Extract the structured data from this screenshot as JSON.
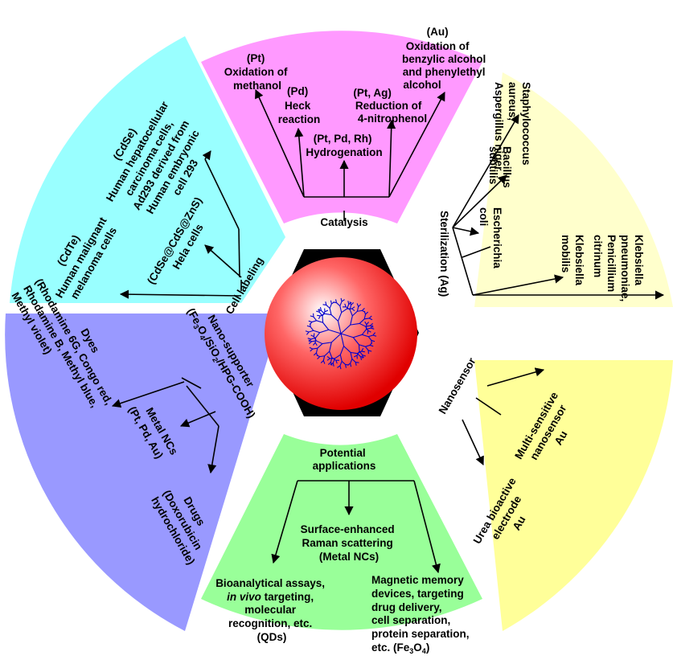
{
  "colors": {
    "catalysis": "#ff99ff",
    "sterilization": "#ffffcc",
    "nanosensor": "#ffff99",
    "potential": "#99ff99",
    "nanosupporter": "#9999ff",
    "cell_labeling": "#99ffff",
    "hexagon": "#000000",
    "sphere": "#ff0000",
    "dendrimer": "#0000cc"
  },
  "catalysis": {
    "label": "Catalysis",
    "pt": [
      "(Pt)",
      "Oxidation of",
      "methanol"
    ],
    "pd": [
      "(Pd)",
      "Heck",
      "reaction"
    ],
    "pt_pd_rh": [
      "(Pt, Pd, Rh)",
      "Hydrogenation"
    ],
    "pt_ag": [
      "(Pt, Ag)",
      "Reduction of",
      "4-nitrophenol"
    ],
    "au": [
      "(Au)",
      "Oxidation of",
      "benzylic alcohol",
      "and phenylethyl",
      "alcohol"
    ]
  },
  "sterilization": {
    "label": "Sterilization (Ag)",
    "staph": [
      "Staphylococcus",
      "aureus,",
      "Aspergillus niger"
    ],
    "bacillus": [
      "Bacillus",
      "subtilis"
    ],
    "ecoli": [
      "Escherichia",
      "coli"
    ],
    "klebsiella_mobilis": [
      "Klebsiella",
      "mobilis"
    ],
    "klebsiella_pneumoniae": [
      "Klebsiella",
      "pneumoniae,",
      "Penicillium",
      "citrinum"
    ]
  },
  "nanosensor": {
    "label": "Nanosensor",
    "multi": [
      "Multi-sensitive",
      "nanosensor",
      "Au"
    ],
    "urea": [
      "Urea bioactive",
      "electrode",
      "Au"
    ]
  },
  "potential": {
    "label": [
      "Potential",
      "applications"
    ],
    "sers": [
      "Surface-enhanced",
      "Raman scattering",
      "(Metal NCs)"
    ],
    "bio": [
      "Bioanalytical assays,",
      "in vivo",
      "targeting,",
      "molecular",
      "recognition, etc.",
      "(QDs)"
    ],
    "magnetic": [
      "Magnetic memory",
      "devices, targeting",
      "drug delivery,",
      "cell separation,",
      "protein separation,",
      "etc. (Fe",
      "3",
      "O",
      "4",
      ")"
    ]
  },
  "nanosupporter": {
    "label": [
      "Nano-supporter",
      "(Fe",
      "3",
      "O",
      "4",
      "/SiO",
      "2",
      "/HPG-COOH)"
    ],
    "dyes": [
      "Dyes",
      "(Rhodamine 6G, Congo red,",
      "Rhodamine B, Methyl blue,",
      "Methyl violet)"
    ],
    "metal": [
      "Metal NCs",
      "(Pt, Pd, Au)"
    ],
    "drugs": [
      "Drugs",
      "(Doxorubicin",
      "hydrochloride)"
    ]
  },
  "cell_labeling": {
    "label": "Cell labeling",
    "cdse": [
      "(CdSe)",
      "Human hepatocellular",
      "carcinoma cells,",
      "Ad293 derived from",
      "Human embryonic",
      "cell 293"
    ],
    "cdse_zns": [
      "(CdSe@CdS@ZnS)",
      "Hela cells"
    ],
    "cdte": [
      "(CdTe)",
      "Human malignant",
      "melanoma cells"
    ]
  }
}
